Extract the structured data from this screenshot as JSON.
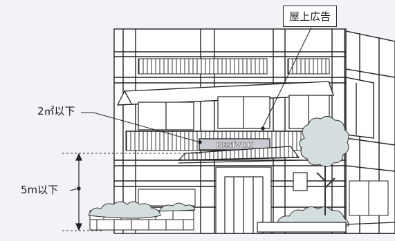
{
  "labels": {
    "rooftop_sign": "屋上広告",
    "sign_area": "2㎡以下",
    "height_limit": "5m以下",
    "sign_text": "BESIVOK"
  }
}
